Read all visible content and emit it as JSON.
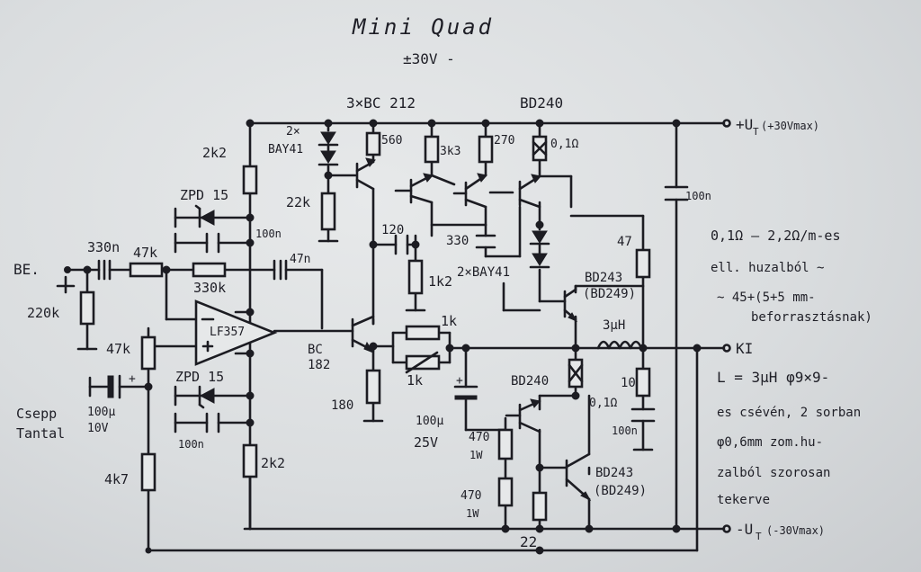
{
  "title": "Mini Quad",
  "subtitle": "±30V -",
  "labels": {
    "transistors_top": "3×BC 212",
    "bd240_top": "BD240",
    "supply_pos": "+U",
    "supply_pos_sub": "T",
    "supply_pos_note": "(+30Vmax)",
    "supply_neg": "-U",
    "supply_neg_sub": "T",
    "supply_neg_note": "(-30Vmax)",
    "input": "BE.",
    "output": "KI",
    "opamp": "LF357",
    "bc182_a": "BC",
    "bc182_b": "182",
    "tantal_a": "Csepp",
    "tantal_b": "Tantal",
    "diodes_top_a": "2×",
    "diodes_top_b": "BAY41",
    "diodes_mid": "2×BAY41",
    "bd243_top_a": "BD243",
    "bd243_top_b": "(BD249)",
    "bd243_bot_a": "BD243",
    "bd243_bot_b": "(BD249)",
    "bd240_bot": "BD240",
    "ground_22": "22"
  },
  "components": {
    "r_2k2_top": "2k2",
    "r_22k": "22k",
    "r_560": "560",
    "r_3k3": "3k3",
    "r_270": "270",
    "r_01_top": "0,1Ω",
    "c_100n_right": "100n",
    "zpd_top": "ZPD 15",
    "c_100n_top": "100n",
    "c_330n": "330n",
    "r_47k_in": "47k",
    "c_47n": "47n",
    "r_330k": "330k",
    "r_220k": "220k",
    "r_47k_left": "47k",
    "c_100u_a": "100µ",
    "c_100u_b": "10V",
    "r_4k7": "4k7",
    "zpd_bot": "ZPD 15",
    "c_100n_bot": "100n",
    "r_2k2_bot": "2k2",
    "c_120": "120",
    "c_330": "330",
    "r_1k2": "1k2",
    "r_180": "180",
    "r_1k_a": "1k",
    "r_1k_b": "1k",
    "r_47": "47",
    "l_3uh": "3µH",
    "r_01_bot": "0,1Ω",
    "r_10": "10",
    "c_100n_out": "100n",
    "c_100u25_a": "100µ",
    "c_100u25_b": "25V",
    "r_470_a": "470",
    "r_470_a_w": "1W",
    "r_470_b": "470",
    "r_470_b_w": "1W"
  },
  "notes": {
    "n1": "0,1Ω – 2,2Ω/m-es",
    "n2": "ell. huzalból ~",
    "n3": "~ 45+(5+5 mm-",
    "n4": "beforrasztásnak)",
    "n5": "L = 3µH  φ9×9-",
    "n6": "es csévén, 2 sorban",
    "n7": "φ0,6mm zom.hu-",
    "n8": "zalból szorosan",
    "n9": "tekerve"
  }
}
